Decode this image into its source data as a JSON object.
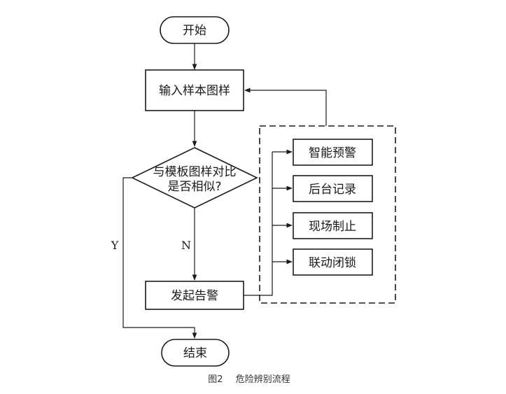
{
  "nodes": {
    "start": "开始",
    "input": "输入样本图样",
    "decision_line1": "与模板图样对比",
    "decision_line2": "是否相似?",
    "alarm": "发起告警",
    "end": "结束",
    "actions": [
      "智能预警",
      "后台记录",
      "现场制止",
      "联动闭锁"
    ]
  },
  "edges": {
    "yes_label": "Y",
    "no_label": "N"
  },
  "caption": {
    "figure_no": "图2",
    "title": "危险辨别流程"
  },
  "colors": {
    "stroke": "#1a1a1a",
    "background": "#ffffff"
  }
}
